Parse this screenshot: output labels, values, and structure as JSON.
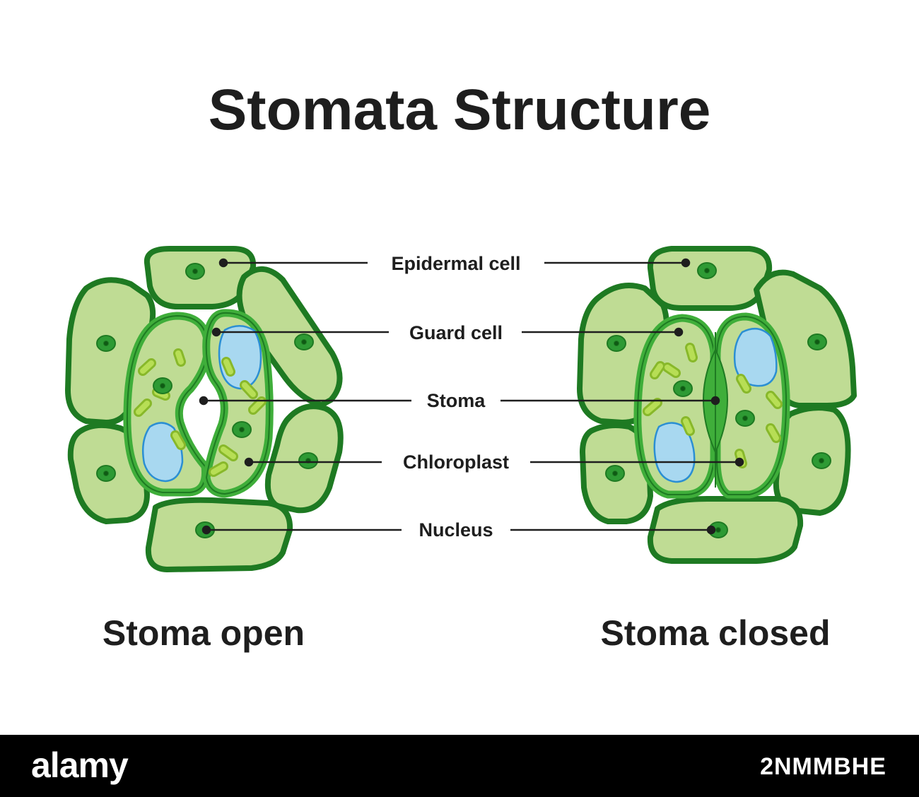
{
  "title": "Stomata Structure",
  "labels": {
    "epidermal_cell": "Epidermal cell",
    "guard_cell": "Guard cell",
    "stoma": "Stoma",
    "chloroplast": "Chloroplast",
    "nucleus": "Nucleus"
  },
  "captions": {
    "open": "Stoma open",
    "closed": "Stoma closed"
  },
  "footer": {
    "brand": "alamy",
    "image_id": "2NMMBHE"
  },
  "colors": {
    "cell_fill": "#bfdc94",
    "cell_wall": "#3fae3a",
    "cell_outline": "#1e7a22",
    "nucleus_fill": "#2e9a34",
    "nucleus_dot": "#0f5a14",
    "chloroplast": "#9ecf3a",
    "vacuole_fill": "#a8d8f0",
    "vacuole_outline": "#2b8fd3",
    "text": "#1e1e1e"
  }
}
